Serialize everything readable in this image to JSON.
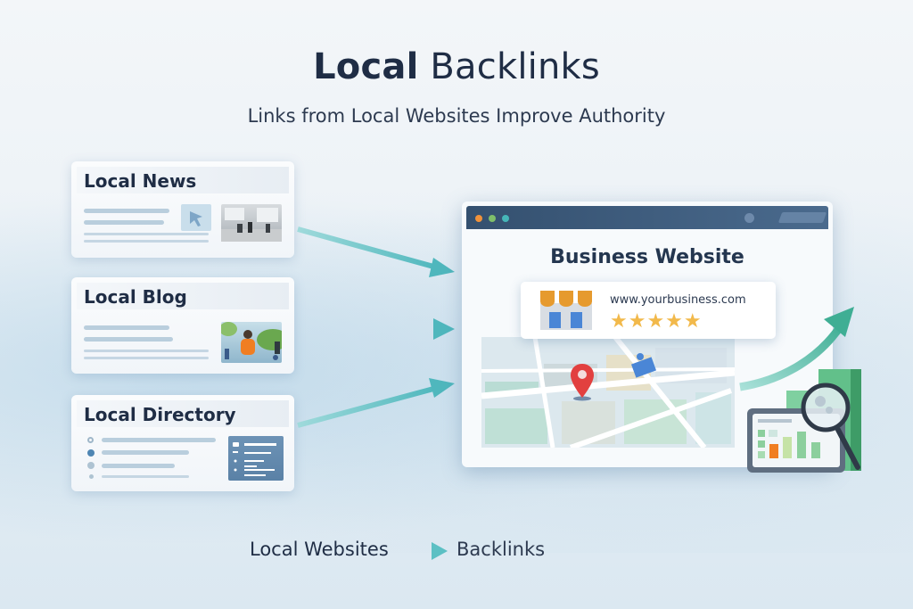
{
  "header": {
    "title_bold": "Local",
    "title_regular": "Backlinks",
    "subtitle": "Links from Local Websites Improve Authority"
  },
  "sources": [
    {
      "label": "Local News",
      "icon": "news-card",
      "thumbnail": "office-photo"
    },
    {
      "label": "Local Blog",
      "icon": "blog-card",
      "thumbnail": "person-outdoors-photo"
    },
    {
      "label": "Local Directory",
      "icon": "directory-card",
      "thumbnail": "directory-list-panel"
    }
  ],
  "target": {
    "window_dots": [
      "#f0923b",
      "#7fbf6a",
      "#46b6b8"
    ],
    "title": "Business Website",
    "listing": {
      "url": "www.yourbusiness.com",
      "rating_stars": "★★★★★",
      "rating": 5,
      "icon": "storefront-icon"
    },
    "map_icon": "map-pin-icon"
  },
  "growth": {
    "icon": "trend-arrow-up",
    "chart_icon": "analytics-dashboard-with-magnifier"
  },
  "flow": {
    "from": "Local Websites",
    "to": "Backlinks"
  },
  "colors": {
    "title": "#1f2d45",
    "arrow": "#5cc0c4",
    "browser_bar": "#3a5778",
    "star": "#f2b94b",
    "pin": "#e2403f",
    "growth": "#4caf7a"
  }
}
